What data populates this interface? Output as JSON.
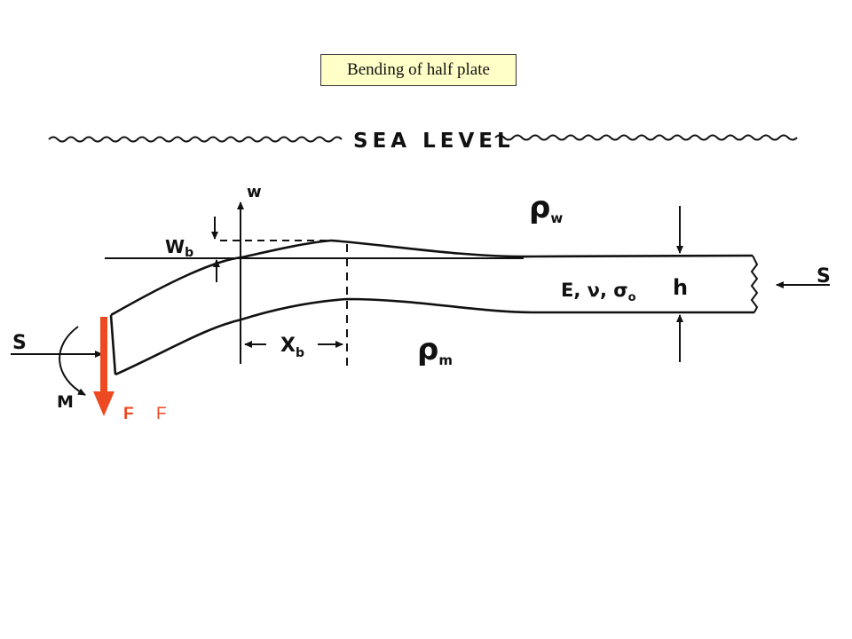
{
  "title": "Bending of half plate",
  "labels": {
    "sea_level": "SEA LEVEL",
    "w": "w",
    "w_b": "W",
    "w_b_sub": "b",
    "rho_w": "ρ",
    "rho_w_sub": "w",
    "rho_m": "ρ",
    "rho_m_sub": "m",
    "x_b": "X",
    "x_b_sub": "b",
    "elastic": "E, ν, σ",
    "elastic_sub": "o",
    "h": "h",
    "s_left": "S",
    "s_right": "S",
    "m": "M",
    "f_bold": "F",
    "f_plain": "F"
  },
  "colors": {
    "force_arrow": "#ee4a22",
    "title_bg": "#ffffc8",
    "ink": "#111111"
  }
}
